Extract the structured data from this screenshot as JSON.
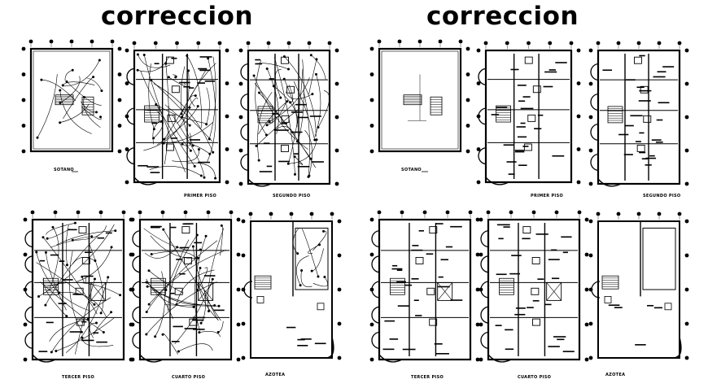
{
  "headings": {
    "left": "correccion",
    "right": "correccion"
  },
  "plans_left": [
    "SOTANO",
    "PRIMER PISO",
    "SEGUNDO PISO",
    "TERCER PISO",
    "CUARTO PISO",
    "AZOTEA"
  ],
  "plans_right": [
    "SOTANO",
    "PRIMER PISO",
    "SEGUNDO PISO",
    "TERCER PISO",
    "CUARTO PISO",
    "AZOTEA"
  ]
}
